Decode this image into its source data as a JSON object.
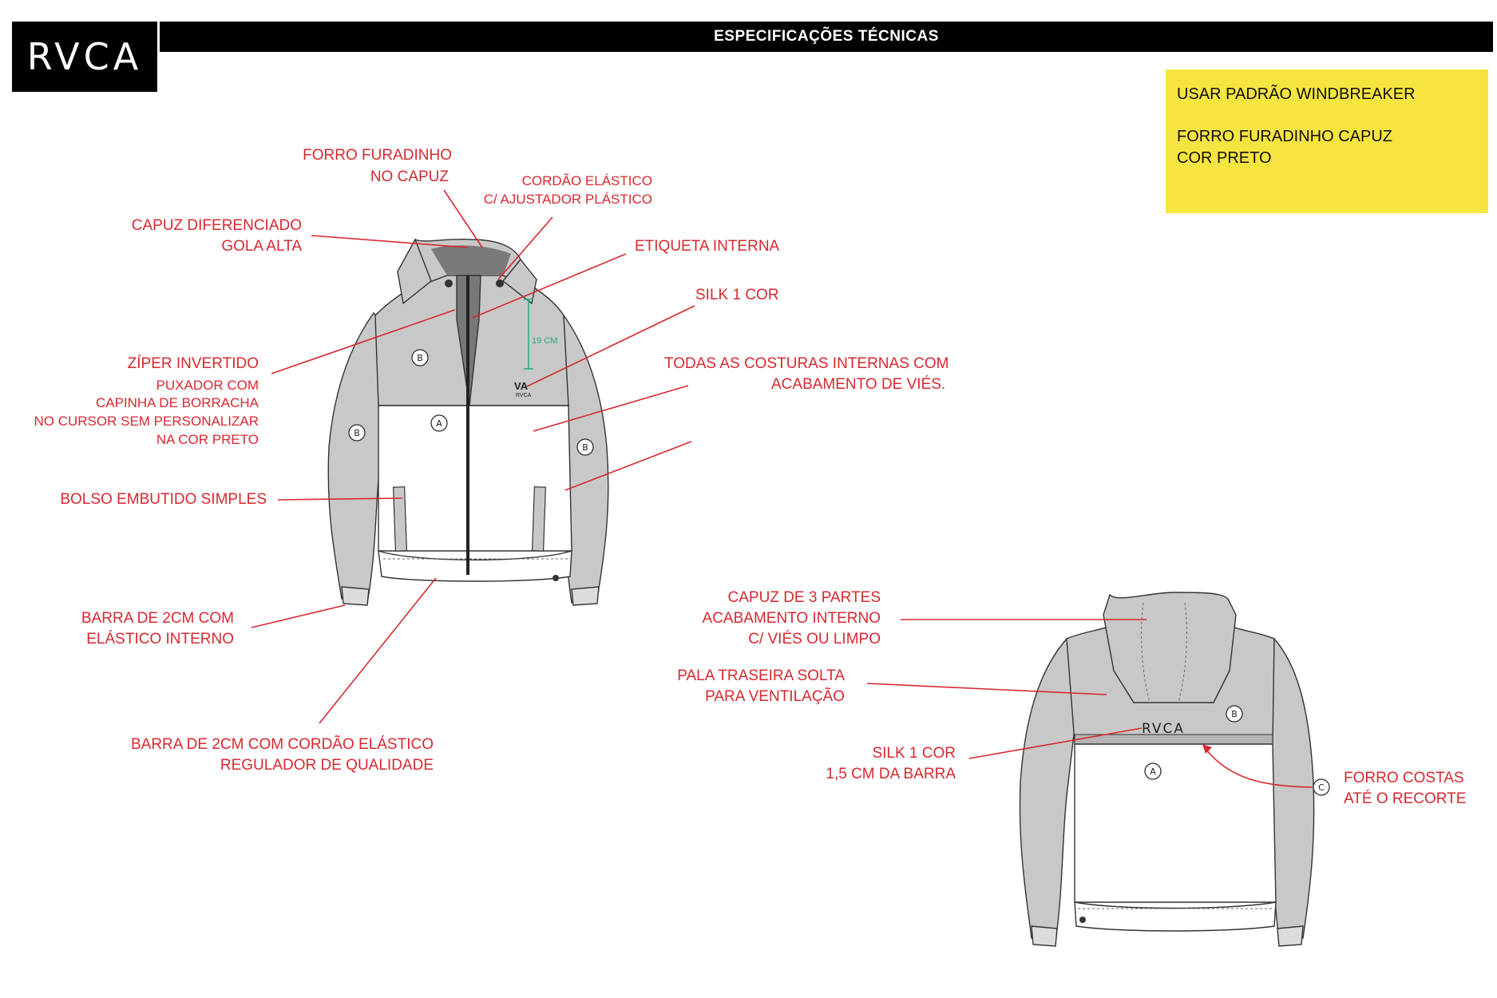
{
  "header": {
    "brand_logo": "RVCA",
    "title": "ESPECIFICAÇÕES TÉCNICAS"
  },
  "note_box": {
    "line1": "USAR PADRÃO WINDBREAKER",
    "line2": "FORRO FURADINHO CAPUZ",
    "line3": "COR PRETO"
  },
  "colors": {
    "annotation_red": "#d7282f",
    "note_yellow": "#f6e441",
    "jacket_grey": "#c8c8c8",
    "lining_dark": "#777777",
    "measure_green": "#1fae8a"
  },
  "front": {
    "labels": {
      "forro_l1": "FORRO FURADINHO",
      "forro_l2": "NO CAPUZ",
      "cordao_l1": "CORDÃO ELÁSTICO",
      "cordao_l2": "C/ AJUSTADOR PLÁSTICO",
      "capuz_l1": "CAPUZ DIFERENCIADO",
      "capuz_l2": "GOLA ALTA",
      "etiqueta": "ETIQUETA INTERNA",
      "silk": "SILK 1 COR",
      "ziper_l1": "ZÍPER INVERTIDO",
      "ziper_l2": "PUXADOR COM",
      "ziper_l3": "CAPINHA DE BORRACHA",
      "ziper_l4": "NO CURSOR SEM PERSONALIZAR",
      "ziper_l5": "NA COR PRETO",
      "costuras_l1": "TODAS AS COSTURAS INTERNAS COM",
      "costuras_l2": "ACABAMENTO DE VIÉS.",
      "bolso": "BOLSO EMBUTIDO SIMPLES",
      "barra_manga_l1": "BARRA DE 2CM COM",
      "barra_manga_l2": "ELÁSTICO INTERNO",
      "barra_cordao_l1": "BARRA DE 2CM COM CORDÃO ELÁSTICO",
      "barra_cordao_l2": "REGULADOR DE QUALIDADE"
    },
    "measurement": "19 CM",
    "chest_logo_mark": "VA",
    "chest_logo_text": "RVCA",
    "piece_codes": {
      "a": "A",
      "b": "B"
    }
  },
  "back": {
    "labels": {
      "capuz_l1": "CAPUZ DE 3 PARTES",
      "capuz_l2": "ACABAMENTO INTERNO",
      "capuz_l3": "C/ VIÉS OU LIMPO",
      "pala_l1": "PALA TRASEIRA SOLTA",
      "pala_l2": "PARA VENTILAÇÃO",
      "silk_l1": "SILK 1 COR",
      "silk_l2": "1,5 CM DA BARRA",
      "forro_l1": "FORRO COSTAS",
      "forro_l2": "ATÉ O RECORTE"
    },
    "logo_text": "RVCA",
    "piece_codes": {
      "a": "A",
      "b": "B",
      "c": "C"
    }
  }
}
